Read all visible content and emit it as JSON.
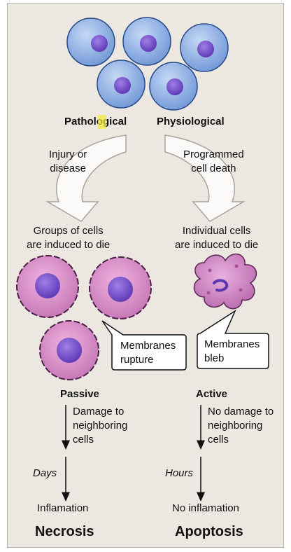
{
  "labels": {
    "pathological": "Pathological",
    "physiological": "Physiological",
    "injury": "Injury or\ndisease",
    "programmed": "Programmed\ncell death",
    "groups": "Groups of cells\nare induced to die",
    "individual": "Individual cells\nare induced to die",
    "membranes_rupture": "Membranes\nrupture",
    "membranes_bleb": "Membranes\nbleb",
    "passive": "Passive",
    "active": "Active",
    "damage": "Damage to\nneighboring\ncells",
    "no_damage": "No damage to\nneighboring\ncells",
    "days": "Days",
    "hours": "Hours",
    "inflammation": "Inflamation",
    "no_inflammation": "No inflamation",
    "necrosis": "Necrosis",
    "apoptosis": "Apoptosis"
  },
  "colors": {
    "panel": "#ece8e1",
    "normal_cell": "#8fb3e6",
    "nucleus": "#6c49c6",
    "necrotic_cell": "#d991c8",
    "apoptotic_cell": "#cf89c8",
    "highlight": "#f4e93a"
  }
}
